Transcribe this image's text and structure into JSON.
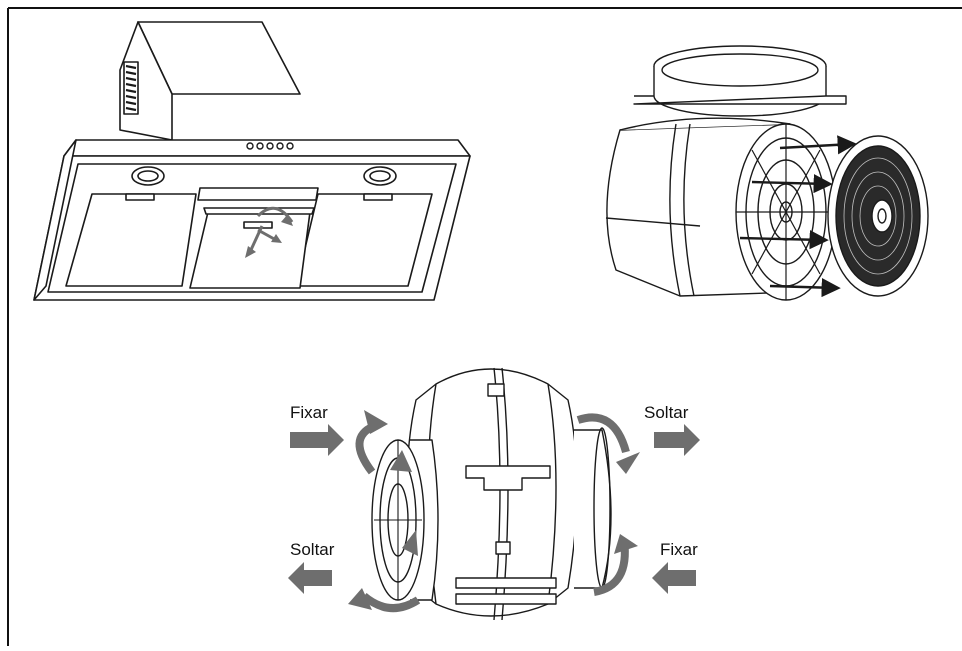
{
  "labels": {
    "fixar_left": "Fixar",
    "soltar_left": "Soltar",
    "soltar_right": "Soltar",
    "fixar_right": "Fixar"
  },
  "colors": {
    "line": "#1a1a1a",
    "arrow": "#6e6e6e",
    "frame": "#111111"
  },
  "icons": {
    "hood": "cooker-hood-icon",
    "motor_filter": "motor-with-carbon-filter-icon",
    "motor_rotate": "motor-rotation-icon"
  }
}
